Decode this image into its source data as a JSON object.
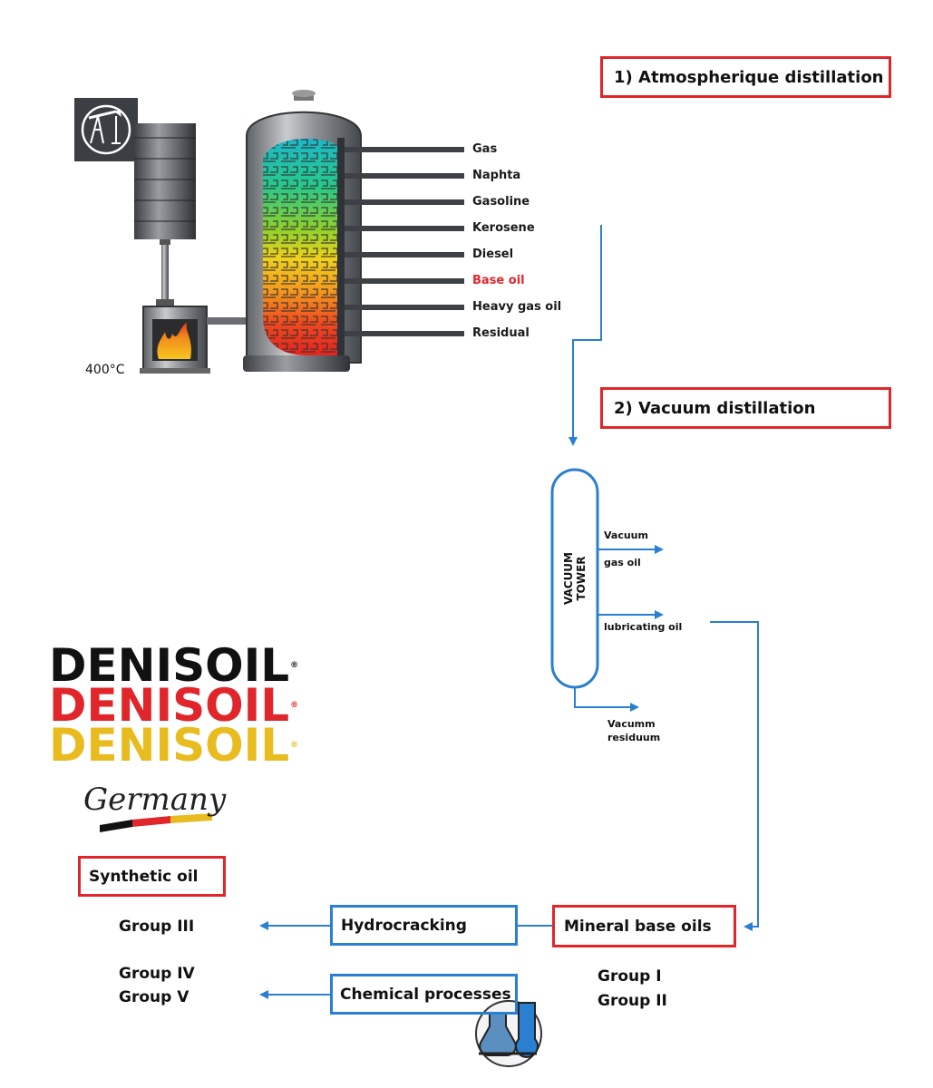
{
  "steps": {
    "atmospheric": "1) Atmospherique distillation",
    "vacuum": "2) Vacuum distillation"
  },
  "furnace_temp": "400°C",
  "column_outputs": [
    {
      "label": "Gas",
      "highlight": false
    },
    {
      "label": "Naphta",
      "highlight": false
    },
    {
      "label": "Gasoline",
      "highlight": false
    },
    {
      "label": "Kerosene",
      "highlight": false
    },
    {
      "label": "Diesel",
      "highlight": false
    },
    {
      "label": "Base oil",
      "highlight": true
    },
    {
      "label": "Heavy gas oil",
      "highlight": false
    },
    {
      "label": "Residual",
      "highlight": false
    }
  ],
  "vacuum_tower": {
    "name_line1": "VACUUM",
    "name_line2": "TOWER",
    "output1_line1": "Vacuum",
    "output1_line2": "gas oil",
    "output2": "lubricating oil",
    "output3_line1": "Vacumm",
    "output3_line2": "residuum"
  },
  "brand": {
    "name": "DENISOIL",
    "reg": "®",
    "country": "Germany",
    "colors": {
      "black": "#111111",
      "red": "#e0262b",
      "gold": "#e8bb1f"
    }
  },
  "products": {
    "synthetic_oil": "Synthetic oil",
    "group_iii": "Group III",
    "group_iv": "Group IV",
    "group_v": "Group V",
    "hydrocracking": "Hydrocracking",
    "chemical_processes": "Chemical processes",
    "mineral_base_oils": "Mineral base oils",
    "group_i": "Group I",
    "group_ii": "Group II"
  },
  "colors": {
    "red_border": "#e0262b",
    "blue": "#2a7fd0"
  }
}
